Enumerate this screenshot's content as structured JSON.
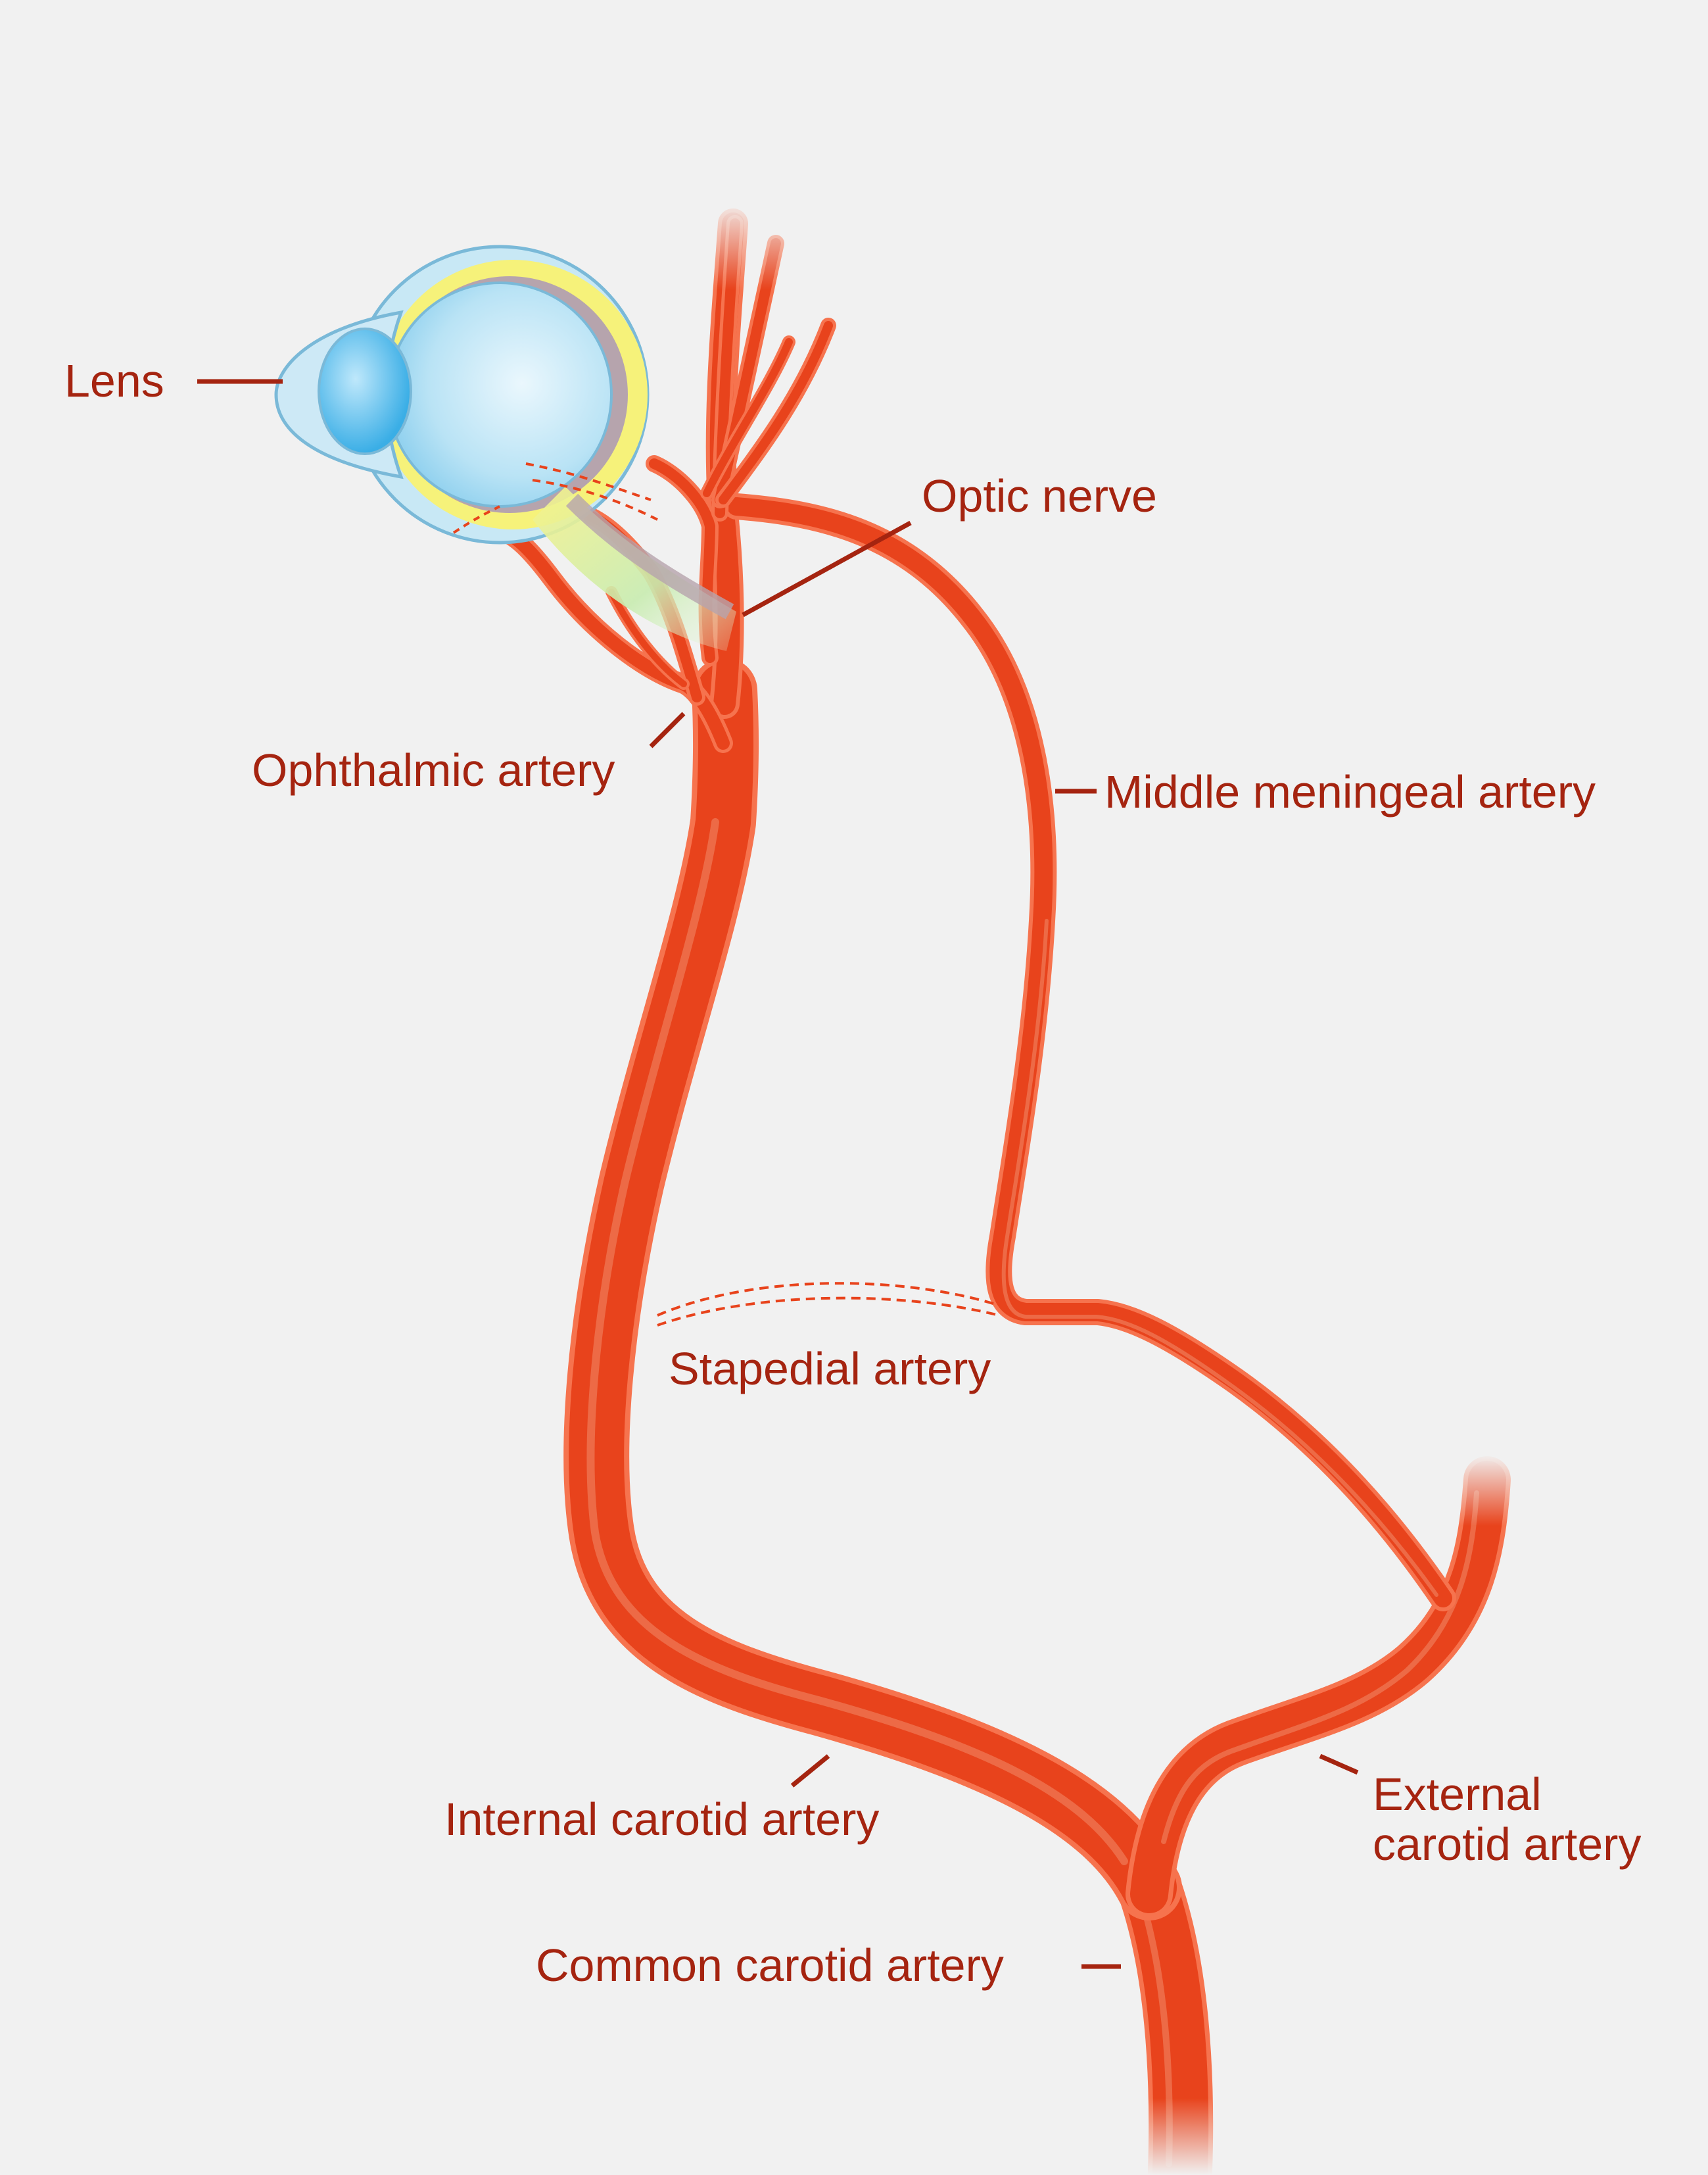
{
  "labels": {
    "lens": "Lens",
    "optic_nerve": "Optic nerve",
    "ophthalmic_artery": "Ophthalmic artery",
    "middle_meningeal_artery": "Middle meningeal artery",
    "stapedial_artery": "Stapedial artery",
    "internal_carotid_artery": "Internal carotid artery",
    "external_carotid_artery_line1": "External",
    "external_carotid_artery_line2": "carotid artery",
    "common_carotid_artery": "Common carotid artery"
  },
  "colors": {
    "background": "#f1f1f1",
    "label_text": "#a52410",
    "artery": "#e8431c",
    "artery_outline": "#f6734e",
    "eye_globe": "#a9dcf2",
    "lens": "#4fb8ea",
    "sclera_yellow": "#f6f27a",
    "optic_nerve_green": "#b8e6a8"
  }
}
